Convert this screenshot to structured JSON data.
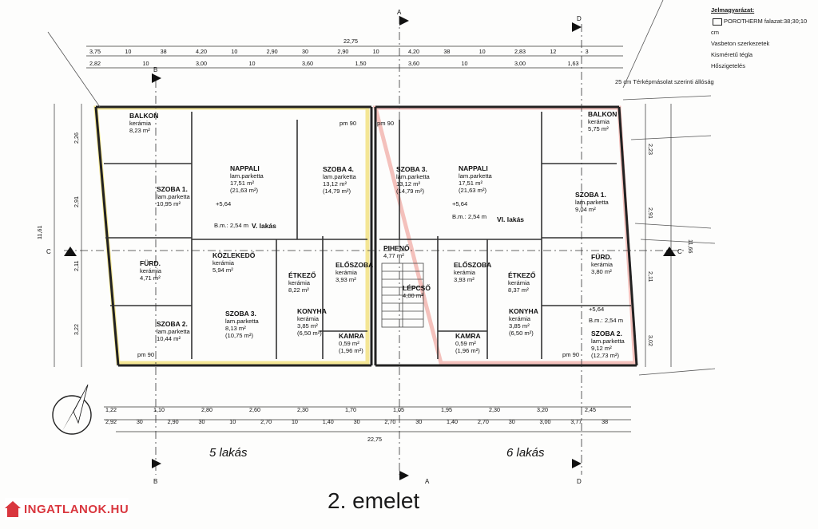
{
  "title": "2. emelet",
  "watermark": "INGATLANOK.HU",
  "legend": {
    "heading": "Jelmagyarázat:",
    "items": [
      "POROTHERM falazat:38;30;10 cm",
      "Vasbeton szerkezetek",
      "Kisméretű tégla",
      "Hőszigetelés"
    ],
    "note": "25 cm Térképmásolat szerinti állóság"
  },
  "sections": {
    "a": "A",
    "b": "B",
    "c": "C",
    "d": "D"
  },
  "apartments": {
    "left": "V. lakás",
    "right": "VI. lakás",
    "left_note": "5 lakás",
    "right_note": "6 lakás"
  },
  "rooms": [
    {
      "name": "BALKON",
      "finish": "kerámia",
      "area": "8,23 m²"
    },
    {
      "name": "SZOBA 1.",
      "finish": "lam.parketta",
      "area": "10,95 m²"
    },
    {
      "name": "NAPPALI",
      "finish": "lam.parketta",
      "area": "17,51 m²",
      "area2": "(21,63 m²)"
    },
    {
      "name": "SZOBA 4.",
      "finish": "lam.parketta",
      "area": "13,12 m²",
      "area2": "(14,79 m²)"
    },
    {
      "name": "SZOBA 3.",
      "finish": "lam.parketta",
      "area": "13,12 m²",
      "area2": "(14,79 m²)"
    },
    {
      "name": "NAPPALI",
      "finish": "lam.parketta",
      "area": "17,51 m²",
      "area2": "(21,63 m²)"
    },
    {
      "name": "SZOBA 1.",
      "finish": "lam.parketta",
      "area": "9,04 m²"
    },
    {
      "name": "BALKON",
      "finish": "kerámia",
      "area": "5,75 m²"
    },
    {
      "name": "FÜRD.",
      "finish": "kerámia",
      "area": "4,71 m²"
    },
    {
      "name": "KÖZLEKEDŐ",
      "finish": "kerámia",
      "area": "5,94 m²"
    },
    {
      "name": "ÉTKEZŐ",
      "finish": "kerámia",
      "area": "8,22 m²"
    },
    {
      "name": "ELŐSZOBA",
      "finish": "kerámia",
      "area": "3,93 m²"
    },
    {
      "name": "ELŐSZOBA",
      "finish": "kerámia",
      "area": "3,93 m²"
    },
    {
      "name": "ÉTKEZŐ",
      "finish": "kerámia",
      "area": "8,37 m²"
    },
    {
      "name": "FÜRD.",
      "finish": "kerámia",
      "area": "3,80 m²"
    },
    {
      "name": "SZOBA 2.",
      "finish": "lam.parketta",
      "area": "10,44 m²"
    },
    {
      "name": "SZOBA 3.",
      "finish": "lam.parketta",
      "area": "8,13 m²",
      "area2": "(10,75 m²)"
    },
    {
      "name": "KONYHA",
      "finish": "kerámia",
      "area": "3,85 m²",
      "area2": "(6,50 m²)"
    },
    {
      "name": "KAMRA",
      "finish": "",
      "area": "0,59 m²",
      "area2": "(1,96 m²)"
    },
    {
      "name": "KAMRA",
      "finish": "",
      "area": "0,59 m²",
      "area2": "(1,96 m²)"
    },
    {
      "name": "KONYHA",
      "finish": "kerámia",
      "area": "3,85 m²",
      "area2": "(6,50 m²)"
    },
    {
      "name": "SZOBA 2.",
      "finish": "lam.parketta",
      "area": "9,12 m²",
      "area2": "(12,73 m²)"
    },
    {
      "name": "LÉPCSŐ",
      "finish": "",
      "area": "4,00 m²"
    },
    {
      "name": "PIHENŐ",
      "finish": "",
      "area": "4,77 m²"
    }
  ],
  "levels": {
    "plus": "+5,64",
    "bm": "B.m.: 2,54 m",
    "pm": "pm 90"
  },
  "dims": {
    "total_top": "22,75",
    "total_bottom": "22,75",
    "top_row1": [
      "3,75",
      "10",
      "38",
      "4,20",
      "10",
      "2,90",
      "30",
      "2,90",
      "10",
      "4,20",
      "38",
      "10",
      "2,83",
      "12",
      "3"
    ],
    "top_row2": [
      "2,82",
      "10",
      "3,00",
      "10",
      "3,60",
      "1,50",
      "3,60",
      "10",
      "3,00",
      "1,63"
    ],
    "bottom_row1": [
      "1,22",
      "1,10",
      "2,80",
      "2,60",
      "2,30",
      "1,70",
      "1,05",
      "1,95",
      "2,30",
      "3,20",
      "2,45"
    ],
    "bottom_row2": [
      "2,92",
      "30",
      "2,90",
      "30",
      "10",
      "2,70",
      "10",
      "1,40",
      "30",
      "2,70",
      "30",
      "1,40",
      "2,70",
      "30",
      "3,00",
      "3,77",
      "38"
    ],
    "left_total": "11,61",
    "right_total": "11,66",
    "left_col": [
      "2,26",
      "2,91",
      "2,11",
      "3,22"
    ],
    "right_col": [
      "2,23",
      "2,91",
      "2,11",
      "3,02"
    ]
  }
}
